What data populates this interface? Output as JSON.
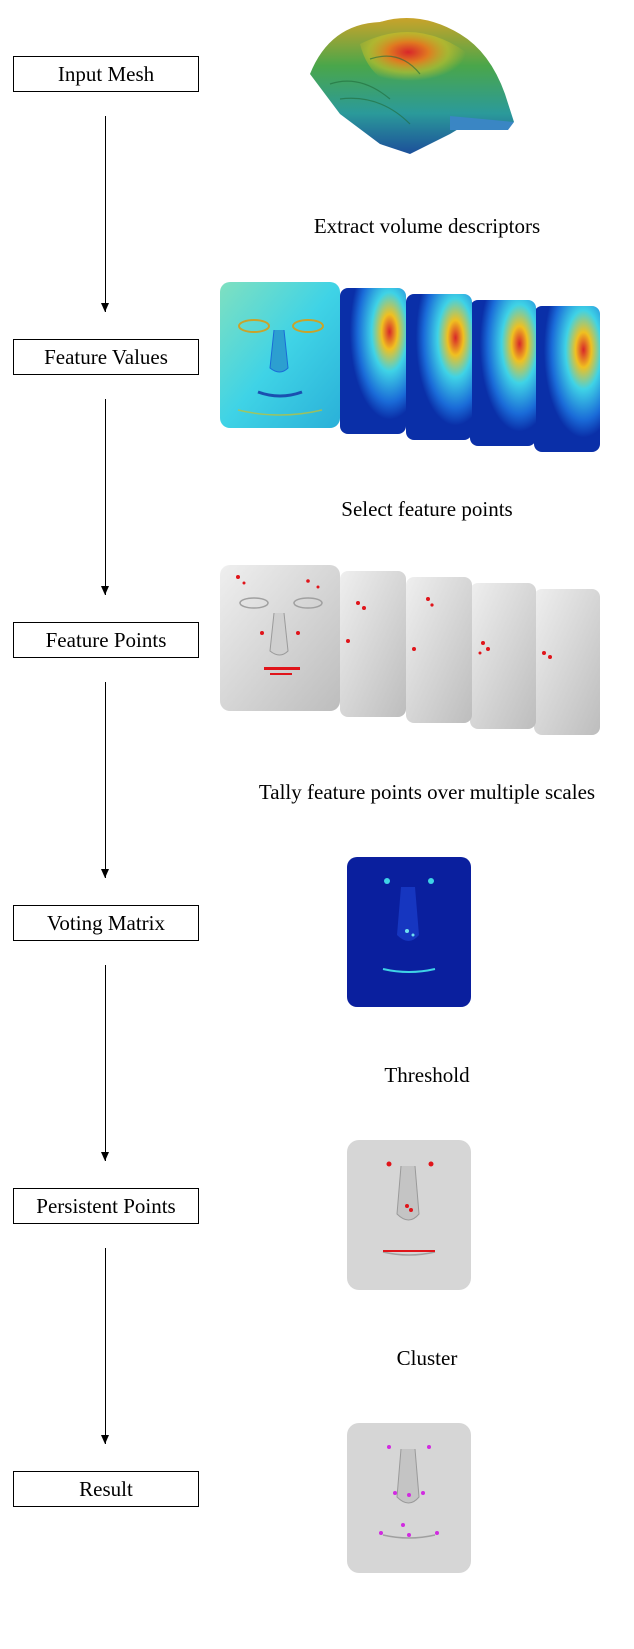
{
  "stages": [
    {
      "label": "Input Mesh"
    },
    {
      "label": "Feature Values"
    },
    {
      "label": "Feature Points"
    },
    {
      "label": "Voting Matrix"
    },
    {
      "label": "Persistent Points"
    },
    {
      "label": "Result"
    }
  ],
  "steps": [
    {
      "label": "Extract volume descriptors"
    },
    {
      "label": "Select feature points"
    },
    {
      "label": "Tally feature points over multiple scales"
    },
    {
      "label": "Threshold"
    },
    {
      "label": "Cluster"
    }
  ],
  "colors": {
    "mesh_red": "#d8262a",
    "mesh_green": "#4aa64a",
    "mesh_blue": "#1c4f9a",
    "heat_cyan": "#3fd3e6",
    "vote_blue": "#0a1f9e",
    "face_gray": "#d6d6d6",
    "point_red": "#e0141a",
    "result_magenta": "#d12be0"
  }
}
